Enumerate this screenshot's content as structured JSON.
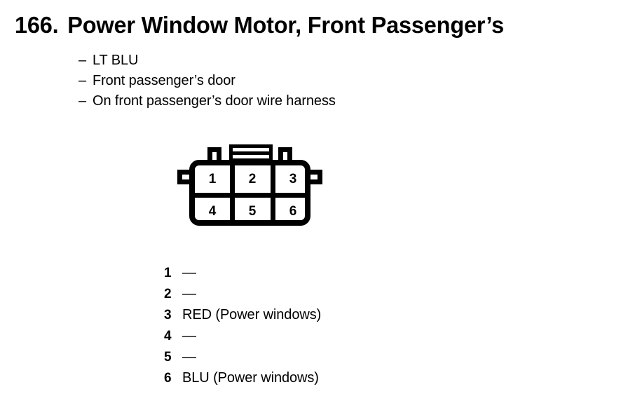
{
  "title": {
    "number": "166.",
    "text": "Power Window Motor, Front Passenger’s"
  },
  "specs": [
    {
      "dash": "–",
      "text": "LT BLU"
    },
    {
      "dash": "–",
      "text": "Front passenger’s door"
    },
    {
      "dash": "–",
      "text": "On front passenger’s door wire harness"
    }
  ],
  "connector": {
    "type": "6-pin-connector",
    "rows": 2,
    "columns": 3,
    "pins": [
      {
        "number": "1"
      },
      {
        "number": "2"
      },
      {
        "number": "3"
      },
      {
        "number": "4"
      },
      {
        "number": "5"
      },
      {
        "number": "6"
      }
    ]
  },
  "pin_legend": [
    {
      "number": "1",
      "value": "—"
    },
    {
      "number": "2",
      "value": "—"
    },
    {
      "number": "3",
      "value": "RED (Power windows)"
    },
    {
      "number": "4",
      "value": "—"
    },
    {
      "number": "5",
      "value": "—"
    },
    {
      "number": "6",
      "value": "BLU (Power windows)"
    }
  ],
  "colors": {
    "ink": "#000000",
    "paper": "#ffffff"
  }
}
